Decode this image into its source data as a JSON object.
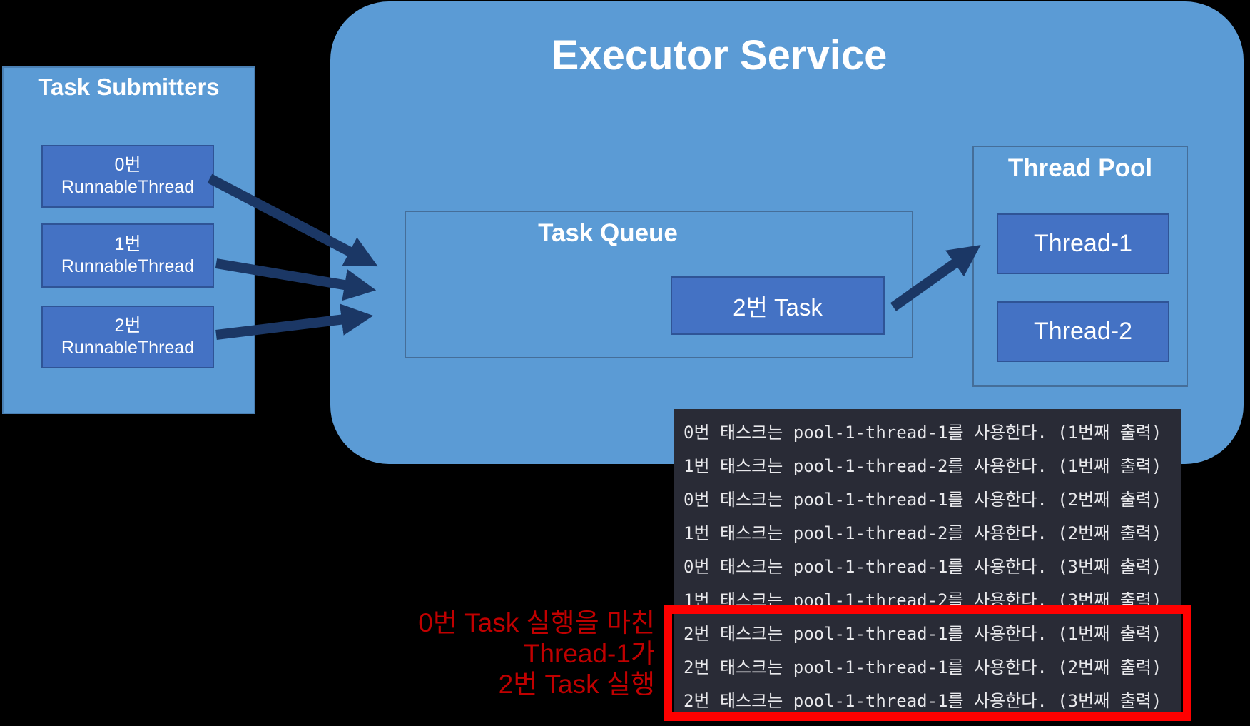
{
  "executor": {
    "title": "Executor Service"
  },
  "submitters": {
    "title": "Task Submitters",
    "items": [
      {
        "num": "0번",
        "label": "RunnableThread"
      },
      {
        "num": "1번",
        "label": "RunnableThread"
      },
      {
        "num": "2번",
        "label": "RunnableThread"
      }
    ]
  },
  "queue": {
    "title": "Task Queue",
    "task_label": "2번 Task"
  },
  "pool": {
    "title": "Thread Pool",
    "threads": [
      "Thread-1",
      "Thread-2"
    ]
  },
  "console": {
    "lines": [
      "0번 태스크는 pool-1-thread-1를 사용한다. (1번째 출력)",
      "1번 태스크는 pool-1-thread-2를 사용한다. (1번째 출력)",
      "0번 태스크는 pool-1-thread-1를 사용한다. (2번째 출력)",
      "1번 태스크는 pool-1-thread-2를 사용한다. (2번째 출력)",
      "0번 태스크는 pool-1-thread-1를 사용한다. (3번째 출력)",
      "1번 태스크는 pool-1-thread-2를 사용한다. (3번째 출력)",
      "2번 태스크는 pool-1-thread-1를 사용한다. (1번째 출력)",
      "2번 태스크는 pool-1-thread-1를 사용한다. (2번째 출력)",
      "2번 태스크는 pool-1-thread-1를 사용한다. (3번째 출력)"
    ]
  },
  "annotation": {
    "lines": [
      "0번 Task 실행을 마친",
      "Thread-1가",
      "2번 Task 실행"
    ]
  },
  "colors": {
    "panel_blue": "#5b9bd5",
    "box_blue": "#4472c4",
    "box_border": "#2f5496",
    "arrow_navy": "#1b3765",
    "console_bg": "#292b36",
    "console_text": "#e9e9ec",
    "highlight_red": "#ff0000",
    "annotation_red": "#c00000"
  }
}
